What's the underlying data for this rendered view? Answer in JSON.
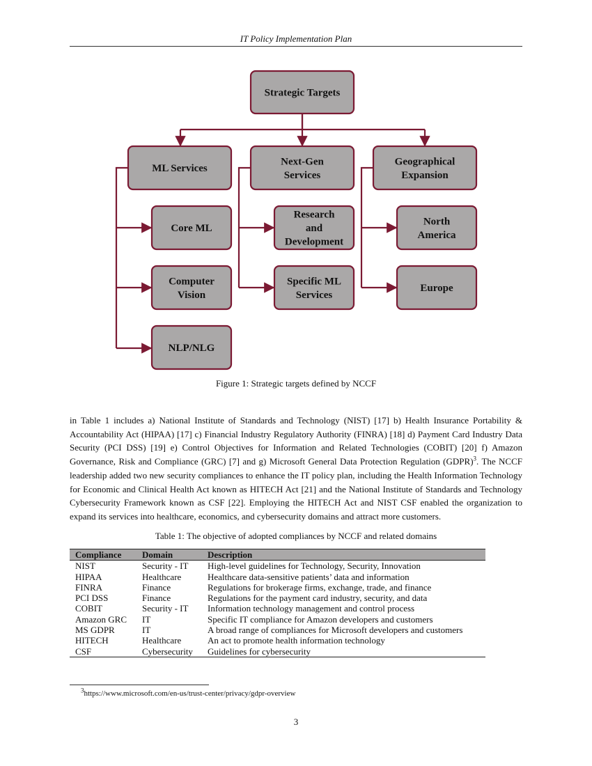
{
  "header": {
    "running_title": "IT Policy Implementation Plan"
  },
  "figure": {
    "nodes": {
      "strategic": [
        "Strategic Targets"
      ],
      "ml": [
        "ML Services"
      ],
      "nextgen": [
        "Next-Gen",
        "Services"
      ],
      "geo": [
        "Geographical",
        "Expansion"
      ],
      "coreml": [
        "Core ML"
      ],
      "cv": [
        "Computer",
        "Vision"
      ],
      "nlp": [
        "NLP/NLG"
      ],
      "rnd": [
        "Research",
        "and",
        "Development"
      ],
      "specific": [
        "Specific ML",
        "Services"
      ],
      "na": [
        "North",
        "America"
      ],
      "europe": [
        "Europe"
      ]
    },
    "caption": "Figure 1: Strategic targets defined by NCCF"
  },
  "body": {
    "p1_before_sup": "in Table 1 includes a) National Institute of Standards and Technology (NIST) [17] b) Health Insurance Portability & Accountability Act (HIPAA) [17] c) Financial Industry Regulatory Authority (FINRA) [18] d) Payment Card Industry Data Security (PCI DSS) [19] e) Control Objectives for Information and Related Technologies (COBIT) [20] f) Amazon Governance, Risk and Compliance (GRC) [7] and g) Microsoft General Data Protection Regulation (GDPR)",
    "sup": "3",
    "p1_after_sup": ". The NCCF leadership added two new security compliances to enhance the IT policy plan, including the Health Information Technology for Economic and Clinical Health Act known as HITECH Act [21] and the National Institute of Standards and Technology Cybersecurity Framework known as CSF [22]. Employing the HITECH Act and NIST CSF enabled the organization to expand its services into healthcare, economics, and cybersecurity domains and attract more customers."
  },
  "table": {
    "caption": "Table 1: The objective of adopted compliances by NCCF and related domains",
    "headers": [
      "Compliance",
      "Domain",
      "Description"
    ],
    "rows": [
      [
        "NIST",
        "Security - IT",
        "High-level guidelines for Technology, Security, Innovation"
      ],
      [
        "HIPAA",
        "Healthcare",
        "Healthcare data-sensitive patients’ data and information"
      ],
      [
        "FINRA",
        "Finance",
        "Regulations for brokerage firms, exchange, trade, and finance"
      ],
      [
        "PCI DSS",
        "Finance",
        "Regulations for the payment card industry, security, and data"
      ],
      [
        "COBIT",
        "Security - IT",
        "Information technology management and control process"
      ],
      [
        "Amazon GRC",
        "IT",
        "Specific IT compliance for Amazon developers and customers"
      ],
      [
        "MS GDPR",
        "IT",
        "A broad range of compliances for Microsoft developers and customers"
      ],
      [
        "HITECH",
        "Healthcare",
        "An act to promote health information technology"
      ],
      [
        "CSF",
        "Cybersecurity",
        "Guidelines for cybersecurity"
      ]
    ]
  },
  "footnote": {
    "mark": "3",
    "text": "https://www.microsoft.com/en-us/trust-center/privacy/gdpr-overview"
  },
  "page_number": "3"
}
